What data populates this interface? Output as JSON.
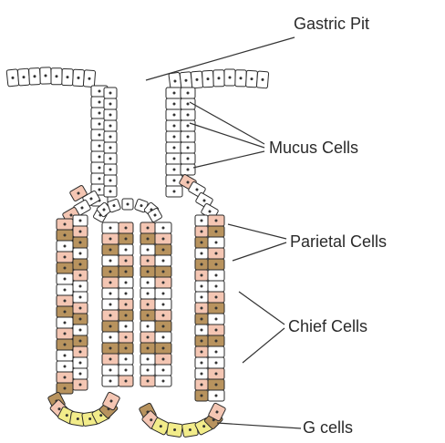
{
  "labels": {
    "gastric_pit": "Gastric Pit",
    "mucus_cells": "Mucus Cells",
    "parietal_cells": "Parietal Cells",
    "chief_cells": "Chief Cells",
    "g_cells": "G cells"
  },
  "colors": {
    "mucus": "#ffffff",
    "parietal": "#f4c6b3",
    "chief": "#b8935e",
    "g_cell": "#f2ec8a",
    "outline": "#2a2a2a"
  }
}
